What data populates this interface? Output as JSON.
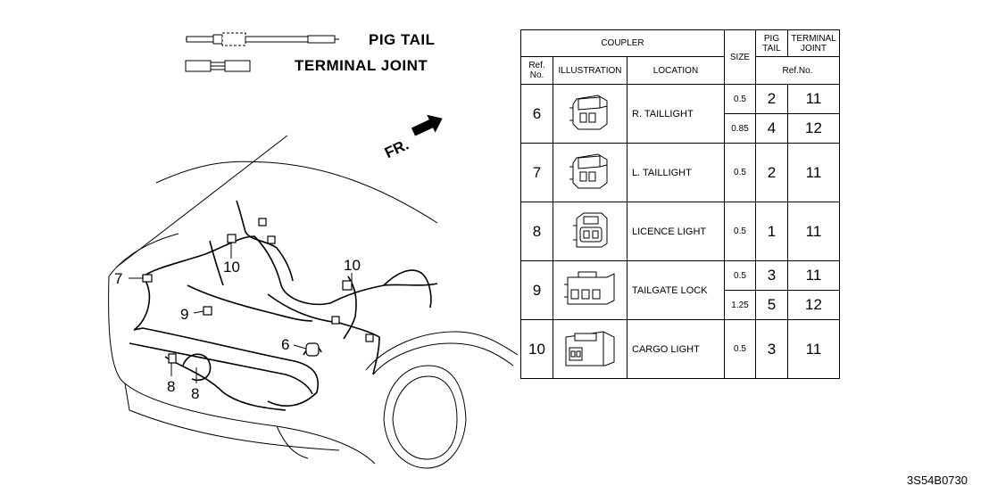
{
  "legend": {
    "pigtail_label": "PIG TAIL",
    "terminal_joint_label": "TERMINAL JOINT"
  },
  "direction_label": "FR.",
  "callouts": {
    "c7": "7",
    "c10a": "10",
    "c10b": "10",
    "c9": "9",
    "c6": "6",
    "c8a": "8",
    "c8b": "8"
  },
  "table": {
    "headers": {
      "coupler": "COUPLER",
      "size": "SIZE",
      "pigtail": [
        "PIG",
        "TAIL"
      ],
      "terminal_joint": [
        "TERMINAL",
        "JOINT"
      ],
      "ref_no": [
        "Ref.",
        "No."
      ],
      "illustration": "ILLUSTRATION",
      "location": "LOCATION",
      "ref_no_right": "Ref.No."
    },
    "rows": [
      {
        "ref": "6",
        "location": "R. TAILLIGHT",
        "icon": "taillight-connector-icon",
        "subs": [
          {
            "size": "0.5",
            "pigtail": "2",
            "joint": "11"
          },
          {
            "size": "0.85",
            "pigtail": "4",
            "joint": "12"
          }
        ]
      },
      {
        "ref": "7",
        "location": "L. TAILLIGHT",
        "icon": "taillight-connector-icon",
        "subs": [
          {
            "size": "0.5",
            "pigtail": "2",
            "joint": "11"
          }
        ]
      },
      {
        "ref": "8",
        "location": "LICENCE LIGHT",
        "icon": "licence-light-connector-icon",
        "subs": [
          {
            "size": "0.5",
            "pigtail": "1",
            "joint": "11"
          }
        ]
      },
      {
        "ref": "9",
        "location": "TAILGATE LOCK",
        "icon": "tailgate-lock-connector-icon",
        "subs": [
          {
            "size": "0.5",
            "pigtail": "3",
            "joint": "11"
          },
          {
            "size": "1.25",
            "pigtail": "5",
            "joint": "12"
          }
        ]
      },
      {
        "ref": "10",
        "location": "CARGO LIGHT",
        "icon": "cargo-light-connector-icon",
        "subs": [
          {
            "size": "0.5",
            "pigtail": "3",
            "joint": "11"
          }
        ]
      }
    ]
  },
  "part_code": "3S54B0730"
}
